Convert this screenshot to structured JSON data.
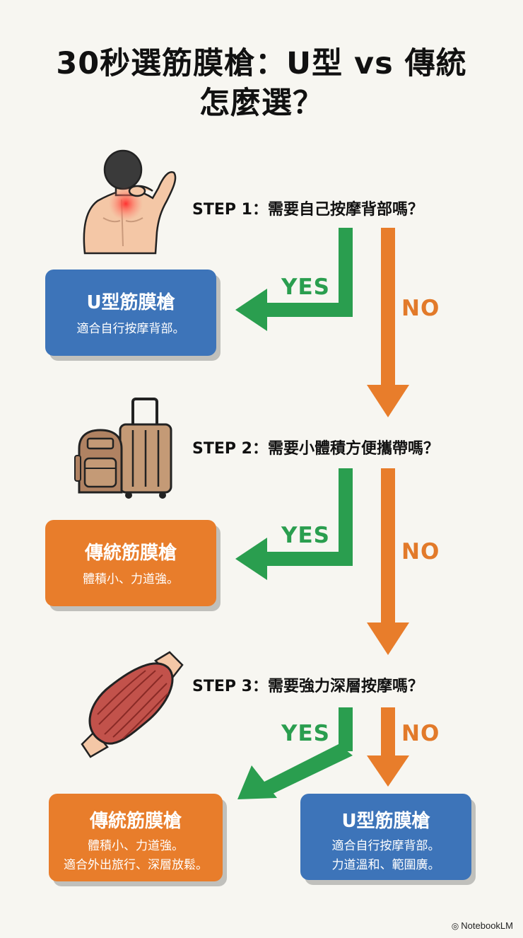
{
  "title": {
    "line1": "30秒選筋膜槍：U型 vs 傳統",
    "line2": "怎麼選？"
  },
  "steps": [
    {
      "label": "STEP 1：需要自己按摩背部嗎？",
      "yes_label": "YES",
      "no_label": "NO",
      "result": {
        "title": "U型筋膜槍",
        "lines": [
          "適合自行按摩背部。"
        ]
      },
      "illustration": "back-pain-person-icon"
    },
    {
      "label": "STEP 2：需要小體積方便攜帶嗎？",
      "yes_label": "YES",
      "no_label": "NO",
      "result": {
        "title": "傳統筋膜槍",
        "lines": [
          "體積小、力道強。"
        ]
      },
      "illustration": "luggage-backpack-icon"
    },
    {
      "label": "STEP 3：需要強力深層按摩嗎？",
      "yes_label": "YES",
      "no_label": "NO",
      "result_yes": {
        "title": "傳統筋膜槍",
        "lines": [
          "體積小、力道強。",
          "適合外出旅行、深層放鬆。"
        ]
      },
      "result_no": {
        "title": "U型筋膜槍",
        "lines": [
          "適合自行按摩背部。",
          "力道溫和、範圍廣。"
        ]
      },
      "illustration": "muscle-icon"
    }
  ],
  "watermark": "NotebookLM",
  "colors": {
    "blue": "#3d74b9",
    "orange": "#e87d2b",
    "green": "#2a9e4f",
    "background": "#f7f6f1"
  }
}
